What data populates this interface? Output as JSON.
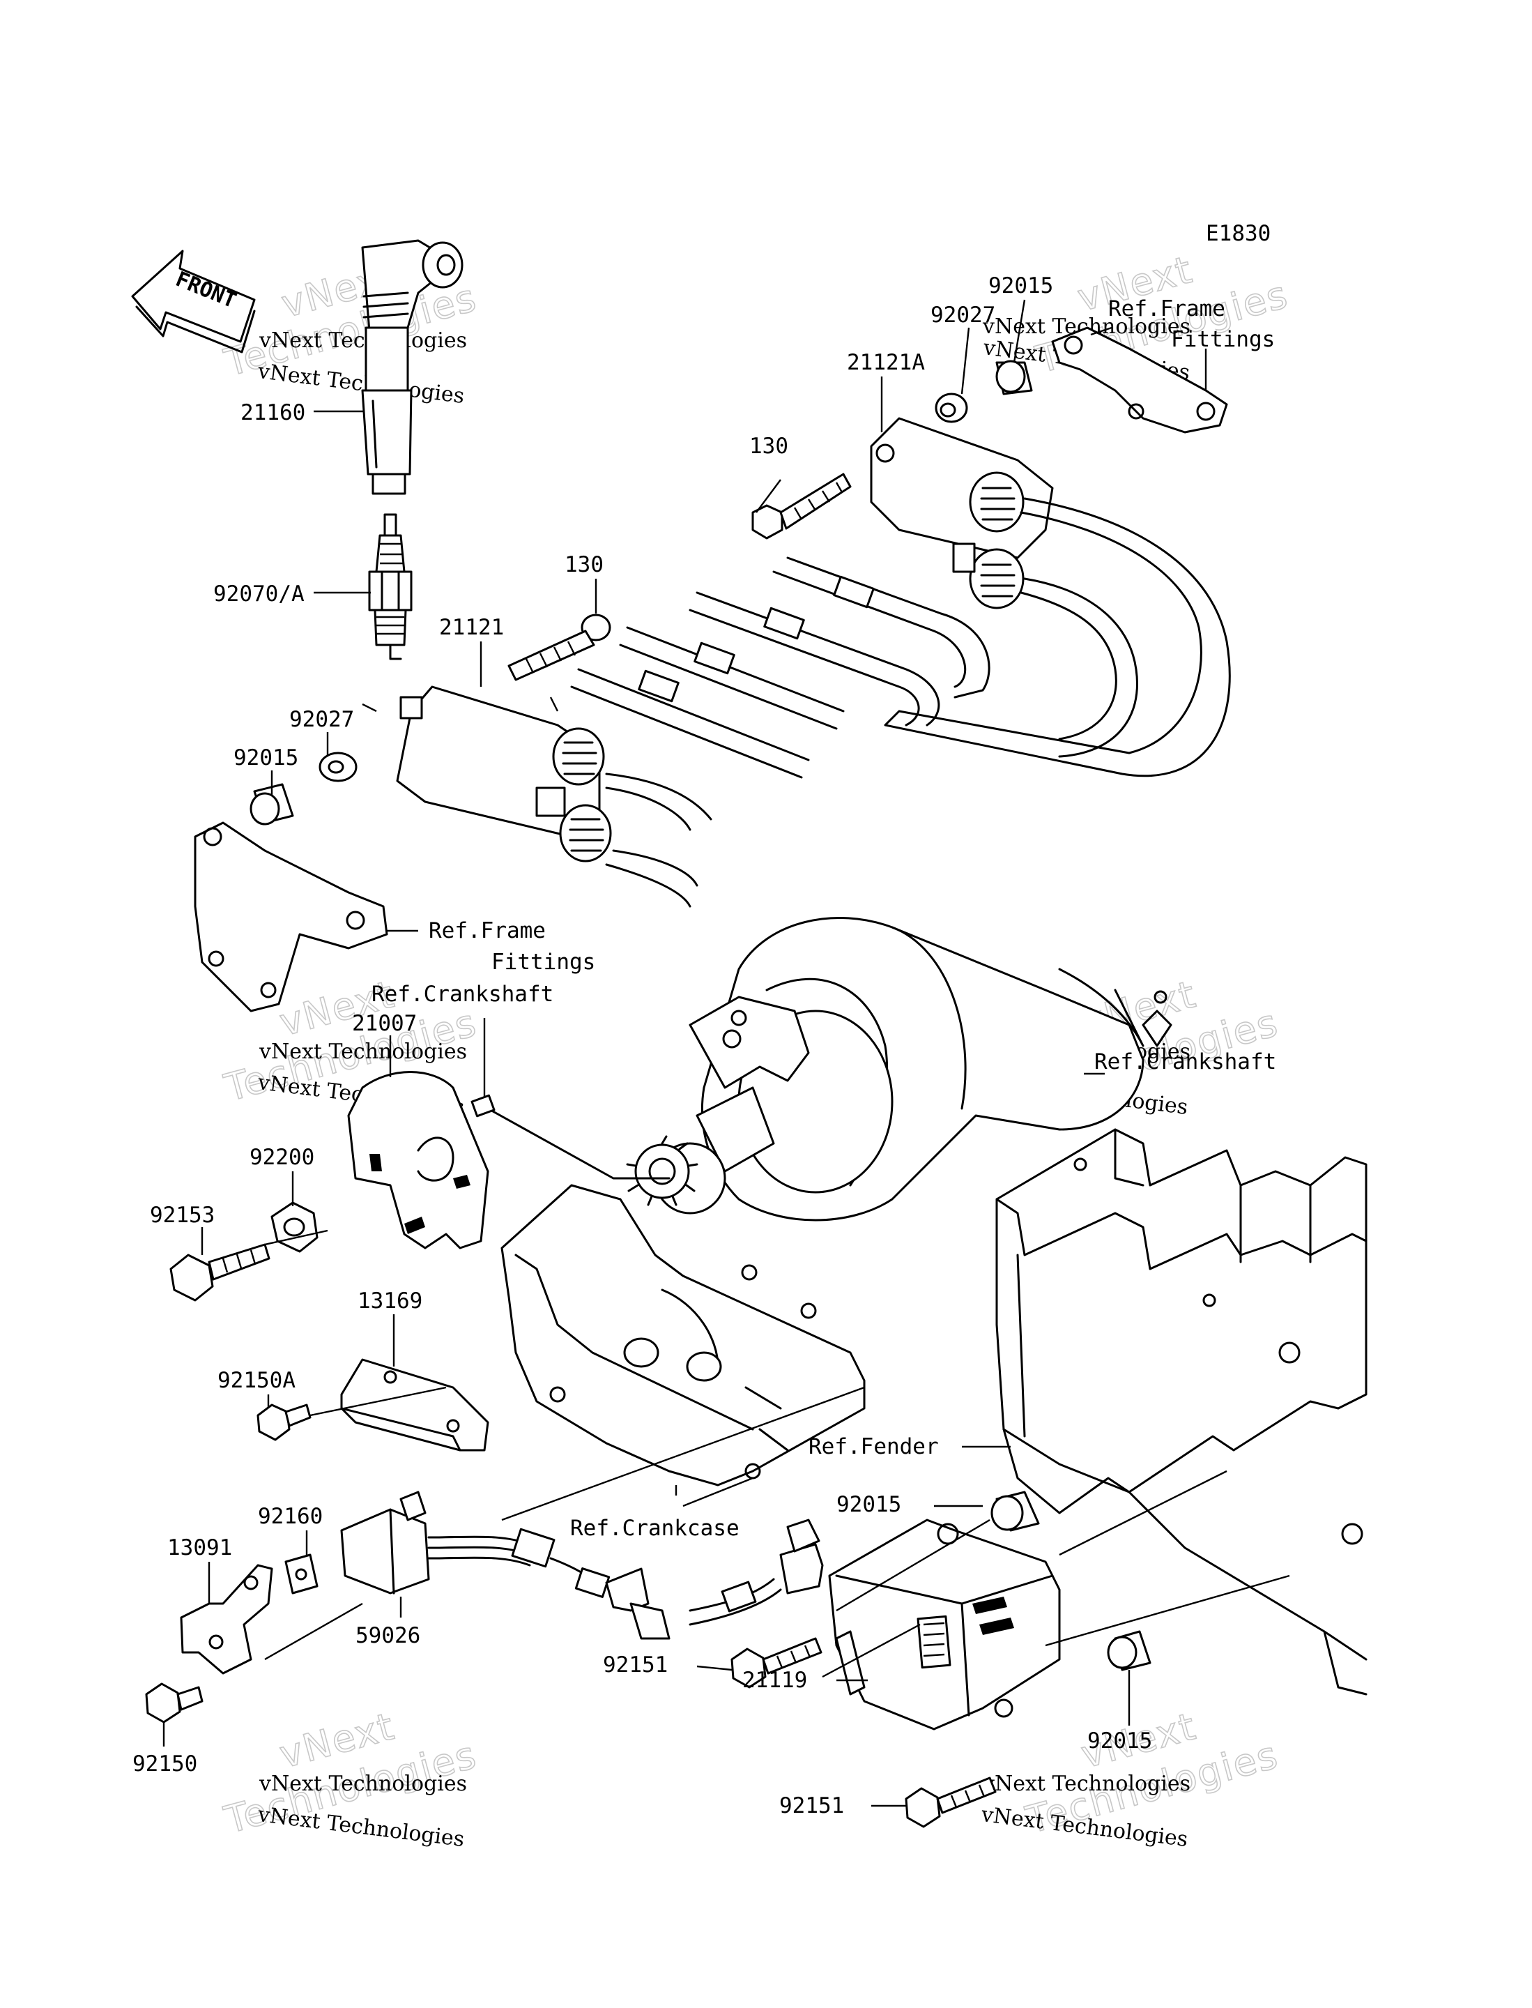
{
  "diagram_code": "E1830",
  "front_label": "FRONT",
  "watermark": {
    "line1": "vNext Technologies",
    "line2": "vNext",
    "line3": "Technologies"
  },
  "callouts": {
    "c21160": "21160",
    "c92070": "92070/A",
    "c130a": "130",
    "c130b": "130",
    "c21121": "21121",
    "c21121a": "21121A",
    "c92027a": "92027",
    "c92015a": "92015",
    "c92027b": "92027",
    "c92015b": "92015",
    "refFrameA1": "Ref.Frame",
    "refFrameA2": "Fittings",
    "refFrameB1": "Ref.Frame",
    "refFrameB2": "Fittings",
    "refCrankA": "Ref.Crankshaft",
    "refCrankB": "Ref.Crankshaft",
    "c21007": "21007",
    "c92200": "92200",
    "c92153": "92153",
    "c13169": "13169",
    "c92150a": "92150A",
    "c92160": "92160",
    "c13091": "13091",
    "c59026": "59026",
    "c92150": "92150",
    "refFender": "Ref.Fender",
    "refCrankcase": "Ref.Crankcase",
    "c92015c": "92015",
    "c92151a": "92151",
    "c21119": "21119",
    "c92015d": "92015",
    "c92151b": "92151"
  }
}
